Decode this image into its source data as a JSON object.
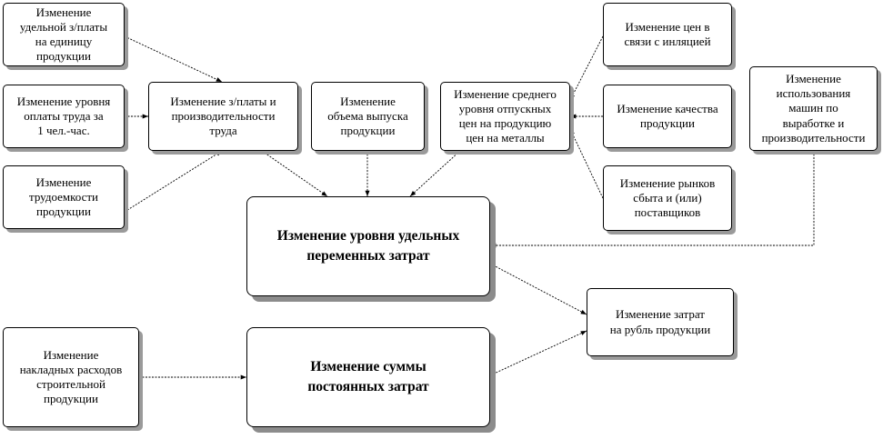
{
  "boxes": {
    "b1": "Изменение\nудельной з/платы\nна единицу\nпродукции",
    "b2": "Изменение уровня\nоплаты труда за\n1 чел.-час.",
    "b3": "Изменение\nтрудоемкости\nпродукции",
    "b4": "Изменение з/платы и\nпроизводительности\nтруда",
    "b5": "Изменение\nобъема выпуска\nпродукции",
    "b6": "Изменение среднего\nуровня отпускных\nцен на продукцию\nцен на металлы",
    "b7": "Изменение цен в\nсвязи с инляцией",
    "b8": "Изменение качества\nпродукции",
    "b9": "Изменение рынков\nсбыта и (или)\nпоставщиков",
    "b10": "Изменение\nиспользования\nмашин по\nвыработке и\nпроизводительности",
    "b11": "Изменение уровня удельных\nпеременных затрат",
    "b12": "Изменение  затрат\nна рубль продукции",
    "b13": "Изменение\nнакладных расходов\nстроительной\nпродукции",
    "b14": "Изменение суммы\nпостоянных затрат"
  }
}
